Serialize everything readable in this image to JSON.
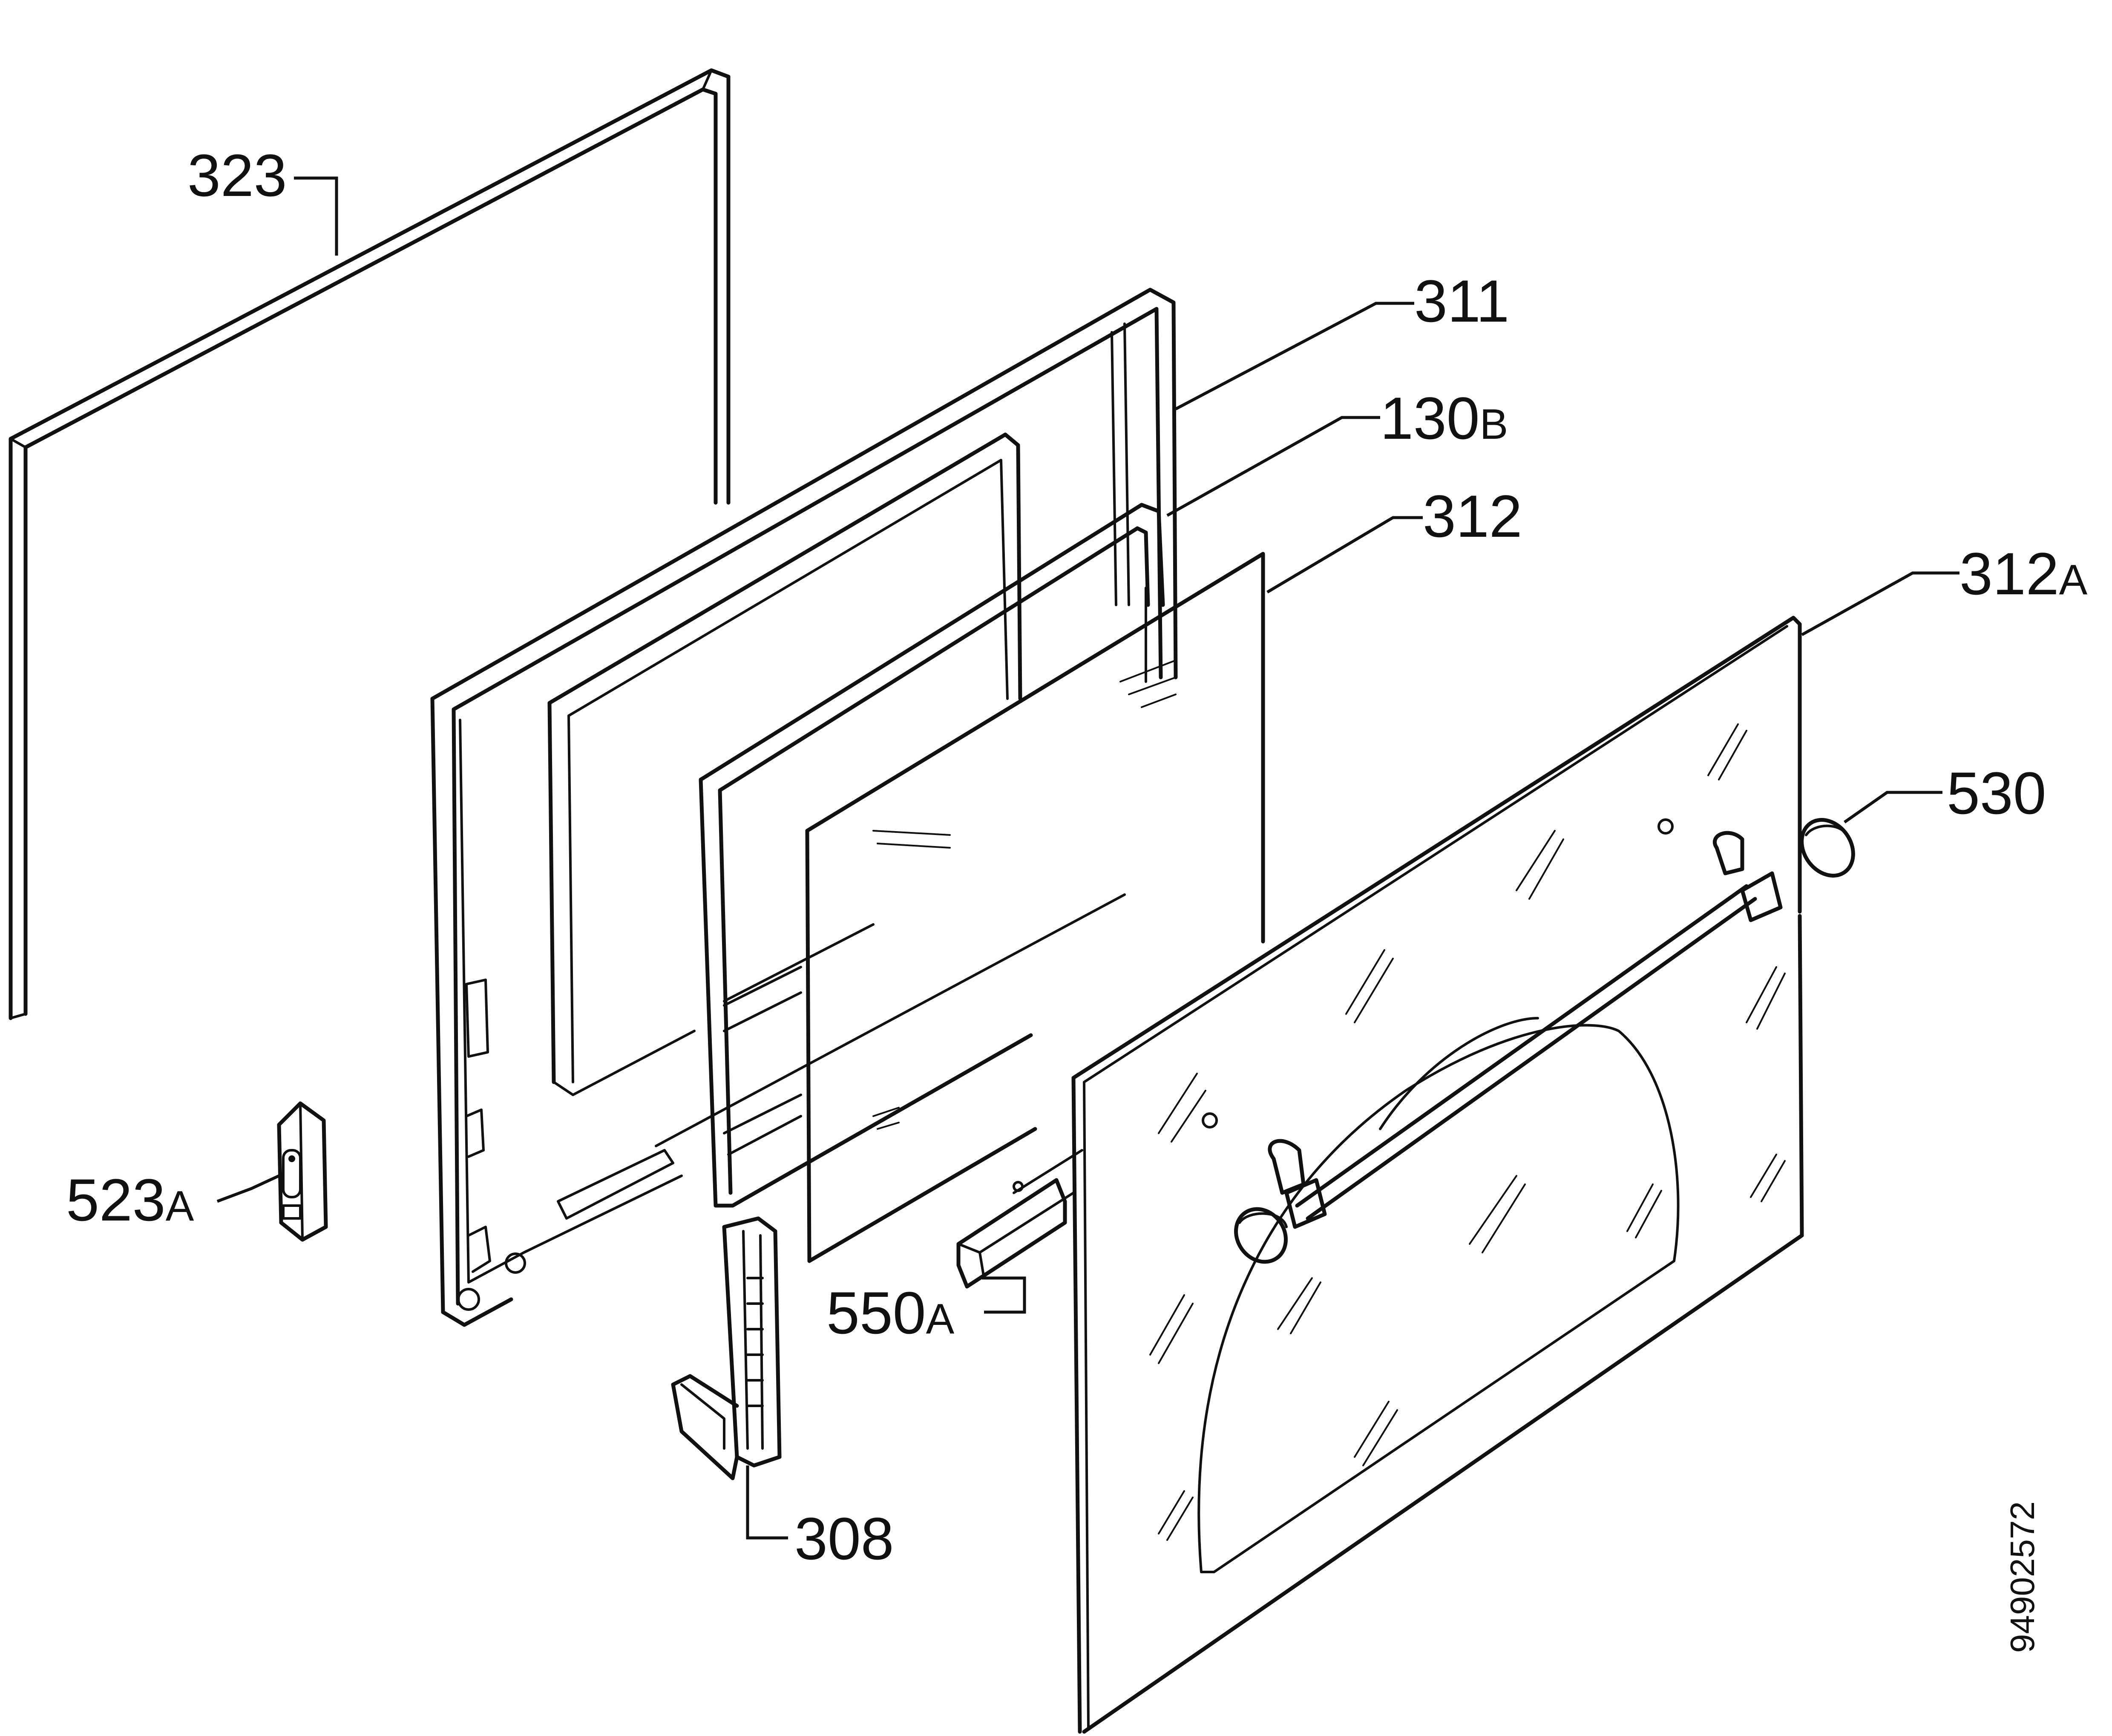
{
  "diagram": {
    "doc_number": "94902572",
    "callouts": [
      {
        "id": "323",
        "text": "323"
      },
      {
        "id": "311",
        "text": "311"
      },
      {
        "id": "130b",
        "text": "130",
        "suffix": "B"
      },
      {
        "id": "312",
        "text": "312"
      },
      {
        "id": "312a",
        "text": "312",
        "suffix": "A"
      },
      {
        "id": "530",
        "text": "530"
      },
      {
        "id": "523a",
        "text": "523",
        "suffix": "A"
      },
      {
        "id": "550a",
        "text": "550",
        "suffix": "A"
      },
      {
        "id": "308",
        "text": "308"
      }
    ]
  }
}
